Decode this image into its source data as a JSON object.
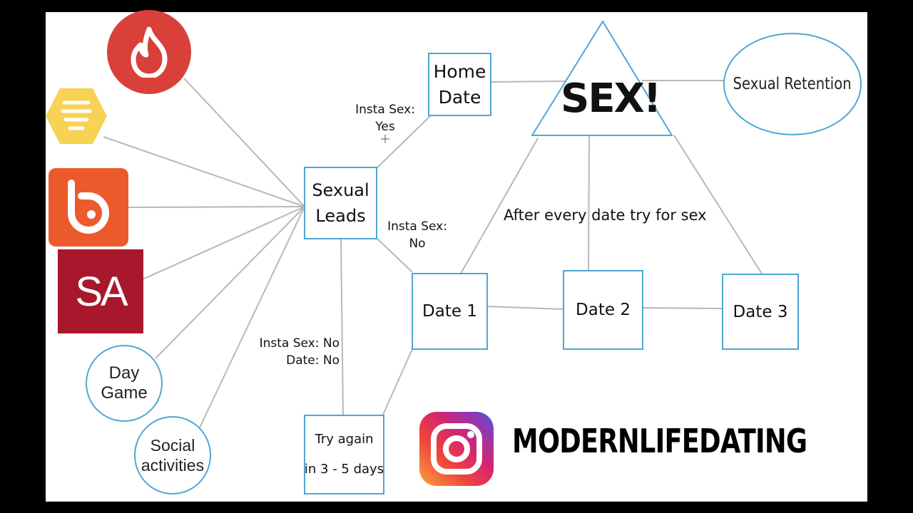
{
  "nodes": {
    "sexual_leads": "Sexual\nLeads",
    "home_date": "Home\nDate",
    "sex": "SEX!",
    "sexual_retention": "Sexual Retention",
    "date1": "Date 1",
    "date2": "Date 2",
    "date3": "Date 3",
    "try_again": "Try again\nin 3 - 5 days",
    "day_game": "Day\nGame",
    "social_activities": "Social\nactivities"
  },
  "edge_labels": {
    "insta_yes": "Insta Sex:\nYes",
    "insta_no": "Insta Sex:\nNo",
    "insta_no_date_no": "Insta Sex: No\nDate: No",
    "after_every_date": "After every date try for sex"
  },
  "sources": {
    "sa_logo": "SA"
  },
  "instagram": {
    "handle": "MODERNLIFEDATING"
  },
  "colors": {
    "node_border": "#4ea7d3",
    "tinder": "#d9403a",
    "hinge_yellow": "#f7d254",
    "badoo": "#ec5a2c",
    "sa": "#a8182c"
  },
  "icons": [
    "tinder-flame-icon",
    "hive-icon",
    "badoo-icon",
    "instagram-icon"
  ]
}
